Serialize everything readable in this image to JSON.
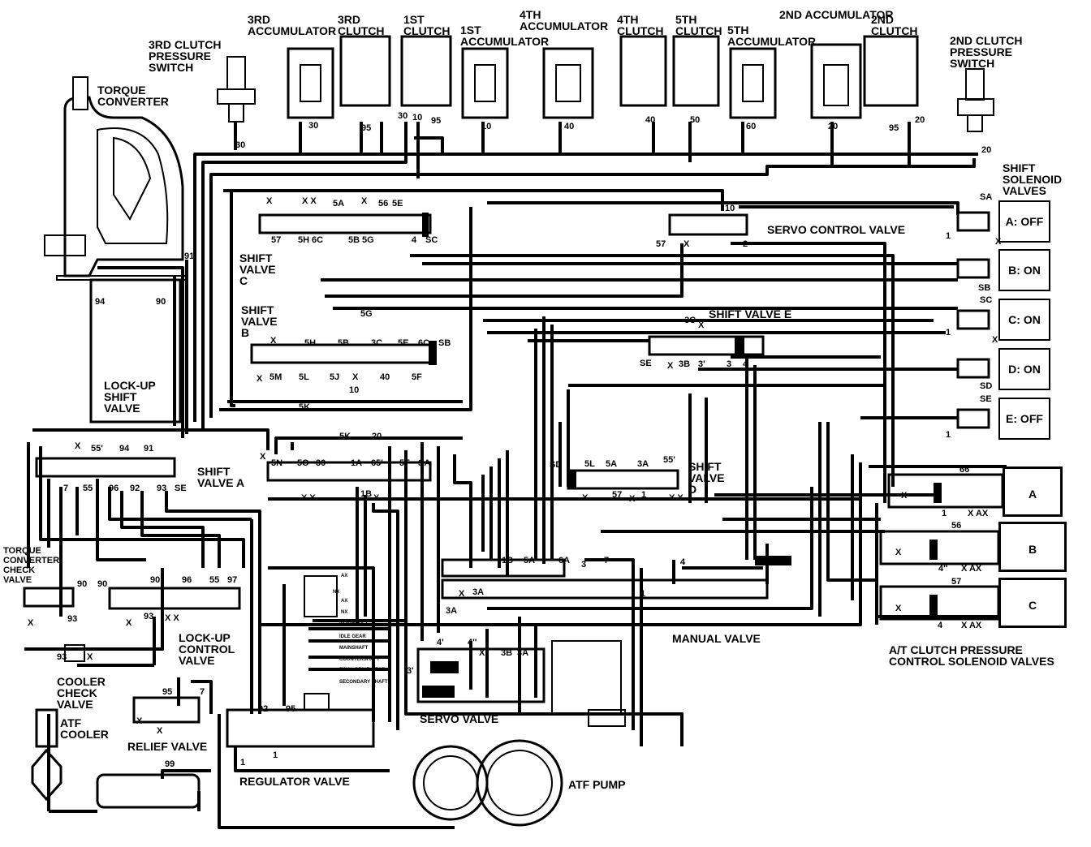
{
  "components": {
    "third_clutch_pressure_switch": "3RD CLUTCH\nPRESSURE\nSWITCH",
    "third_accumulator": "3RD\nACCUMULATOR",
    "third_clutch": "3RD\nCLUTCH",
    "first_clutch": "1ST\nCLUTCH",
    "first_accumulator": "1ST\nACCUMULATOR",
    "fourth_accumulator": "4TH\nACCUMULATOR",
    "fourth_clutch": "4TH\nCLUTCH",
    "fifth_clutch": "5TH\nCLUTCH",
    "fifth_accumulator": "5TH\nACCUMULATOR",
    "second_accumulator": "2ND ACCUMULATOR",
    "second_clutch": "2ND\nCLUTCH",
    "second_clutch_pressure_switch": "2ND CLUTCH\nPRESSURE\nSWITCH",
    "torque_converter": "TORQUE\nCONVERTER",
    "shift_solenoid_valves": "SHIFT\nSOLENOID\nVALVES",
    "servo_control_valve": "SERVO CONTROL VALVE",
    "shift_valve_c": "SHIFT\nVALVE\nC",
    "shift_valve_b": "SHIFT\nVALVE\nB",
    "shift_valve_e": "SHIFT VALVE E",
    "lockup_shift_valve": "LOCK-UP\nSHIFT\nVALVE",
    "shift_valve_a": "SHIFT\nVALVE A",
    "shift_valve_d": "SHIFT\nVALVE\nD",
    "torque_converter_check_valve": "TORQUE\nCONVERTER\nCHECK\nVALVE",
    "lockup_control_valve": "LOCK-UP\nCONTROL\nVALVE",
    "manual_valve": "MANUAL VALVE",
    "cooler_check_valve": "COOLER\nCHECK\nVALVE",
    "atf_cooler": "ATF\nCOOLER",
    "relief_valve": "RELIEF VALVE",
    "servo_valve": "SERVO VALVE",
    "regulator_valve": "REGULATOR VALVE",
    "atf_pump": "ATF PUMP",
    "clutch_pressure_solenoids": "A/T CLUTCH PRESSURE\nCONTROL SOLENOID VALVES"
  },
  "solenoids": [
    {
      "label": "A: OFF"
    },
    {
      "label": "B: ON"
    },
    {
      "label": "C: ON"
    },
    {
      "label": "D: ON"
    },
    {
      "label": "E: OFF"
    }
  ],
  "pressure_controls": [
    {
      "label": "A"
    },
    {
      "label": "B"
    },
    {
      "label": "C"
    }
  ],
  "shaft_labels": [
    "AX",
    "NX",
    "AX",
    "NX",
    "MAINSHAFT",
    "IDLE GEAR",
    "MAINSHAFT",
    "COUNTERSHAFT",
    "FINAL DRIVE GEAR",
    "SECONDARY SHAFT"
  ],
  "passages": {
    "p30a": "30",
    "p95a": "95",
    "p30b": "30",
    "p10a": "10",
    "p95b": "95",
    "p10b": "10",
    "p40a": "40",
    "p40b": "40",
    "p50": "50",
    "p60": "60",
    "p20a": "20",
    "p95c": "95",
    "p20b": "20",
    "p20c": "20",
    "p30c": "30",
    "p91": "91",
    "p94a": "94",
    "p90a": "90",
    "sv_x1": "X",
    "sv_xx": "X X",
    "sv_5a": "5A",
    "sv_x2": "X",
    "sv_56": "56",
    "sv_5e": "5E",
    "sv_57": "57",
    "sv_5h": "5H",
    "sv_6c": "6C",
    "sv_5b": "5B",
    "sv_5g": "5G",
    "sv_4": "4",
    "sv_sc": "SC",
    "sc_10": "10",
    "sc_57": "57",
    "sc_x": "X",
    "sc_2": "2",
    "sb_x": "X",
    "sb_5h": "5H",
    "sb_5b": "5B",
    "sb_3c": "3C",
    "sb_5e": "5E",
    "sb_6c": "6C",
    "sb_sb": "SB",
    "sb_5g": "5G",
    "sb_x2": "X",
    "sb_5m": "5M",
    "sb_5l": "5L",
    "sb_5j": "5J",
    "sb_x3": "X",
    "sb_10": "10",
    "sb_40": "40",
    "sb_5f": "5F",
    "sb_5k": "5K",
    "se_3c": "3C",
    "se_x": "X",
    "se_se": "SE",
    "se_x2": "X",
    "se_3b": "3B",
    "se_3p": "3'",
    "se_3": "3",
    "se_4": "4",
    "sol_sa": "SA",
    "sol_1a": "1",
    "sol_x1": "X",
    "sol_sb": "SB",
    "sol_sc": "SC",
    "sol_1c": "1",
    "sol_x3": "X",
    "sol_sd": "SD",
    "sol_se": "SE",
    "sol_1e": "1",
    "sa_x": "X",
    "sa_55p": "55'",
    "sa_94": "94",
    "sa_91": "91",
    "sa_x2": "X",
    "sa_5n": "5N",
    "sa_5d": "5O",
    "sa_30": "30",
    "sa_5k": "5K",
    "sa_20": "20",
    "sa_1a": "1A",
    "sa_65": "65'",
    "sa_5f": "5F",
    "sa_sa": "SA",
    "sa_7": "7",
    "sa_55": "55",
    "sa_96": "96",
    "sa_92": "92",
    "sa_93": "93",
    "sa_se": "SE",
    "sa_xx": "X X",
    "sa_1b": "1B",
    "sa_x3": "X",
    "sd_sd": "SD",
    "sd_5l": "5L",
    "sd_5a": "5A",
    "sd_3a": "3A",
    "sd_55p": "55'",
    "sd_x": "X",
    "sd_57": "57",
    "sd_1": "1",
    "sd_x2": "X",
    "sd_xx": "X X",
    "pc_66": "66",
    "pc_1": "1",
    "pc_xax1": "X AX",
    "pc_56": "56",
    "pc_4pp": "4''",
    "pc_xax2": "X AX",
    "pc_57": "57",
    "pc_4": "4",
    "pc_xax3": "X AX",
    "pc_x1": "X",
    "pc_x2": "X",
    "pc_x3": "X",
    "tc_90": "90",
    "tc_93": "93",
    "tc_x": "X",
    "lc_90a": "90",
    "lc_90b": "90",
    "lc_96": "96",
    "lc_55": "55",
    "lc_97": "97",
    "lc_x": "X",
    "lc_93": "93",
    "lc_xx": "X X",
    "cc_93": "93",
    "cc_x": "X",
    "mv_1b": "1B",
    "mv_5a": "5A",
    "mv_6a": "6A",
    "mv_7": "7",
    "mv_3": "3",
    "mv_4": "4",
    "mv_3a": "3A",
    "mv_x": "X",
    "mv_3a2": "3A",
    "mv_1": "1",
    "rv_95": "95",
    "rv_7": "7",
    "rv_x": "X",
    "rv_x2": "X",
    "servo_4p": "4'",
    "servo_4pp": "4''",
    "servo_x": "X",
    "servo_3b": "3B",
    "servo_3a": "3A",
    "servo_3p": "3'",
    "reg_92": "92",
    "reg_95": "95",
    "reg_1": "1",
    "reg_1b": "1",
    "pump_99": "99"
  }
}
